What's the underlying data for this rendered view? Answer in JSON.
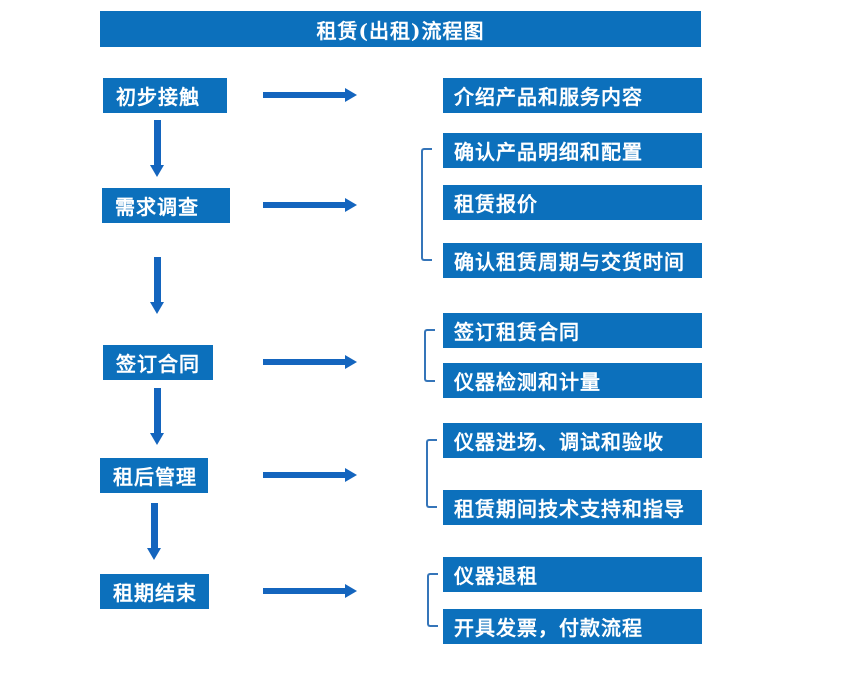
{
  "title": "租赁(出租)流程图",
  "colors": {
    "box": "#0c70bc",
    "arrow": "#1465be",
    "bracket": "#3575b9",
    "text": "#ffffff",
    "bg": "#ffffff"
  },
  "steps": [
    {
      "label": "初步接触",
      "details": [
        "介绍产品和服务内容"
      ]
    },
    {
      "label": "需求调查",
      "details": [
        "确认产品明细和配置",
        "租赁报价",
        "确认租赁周期与交货时间"
      ]
    },
    {
      "label": "签订合同",
      "details": [
        "签订租赁合同",
        "仪器检测和计量"
      ]
    },
    {
      "label": "租后管理",
      "details": [
        "仪器进场、调试和验收",
        "租赁期间技术支持和指导"
      ]
    },
    {
      "label": "租期结束",
      "details": [
        "仪器退租",
        "开具发票，付款流程"
      ]
    }
  ]
}
